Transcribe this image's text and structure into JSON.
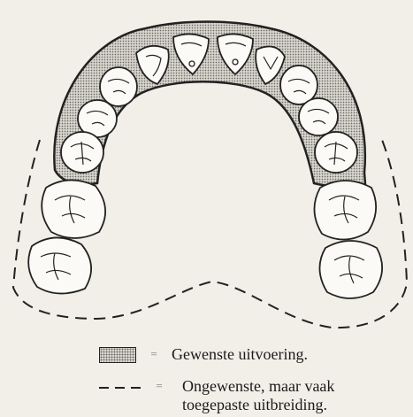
{
  "colors": {
    "background": "#f2efe8",
    "line": "#222222",
    "stipple": "#b9b6b0"
  },
  "legend": {
    "items": [
      {
        "symbol": "stippled-box",
        "separator": "=",
        "text": "Gewenste uitvoering."
      },
      {
        "symbol": "dashed-line",
        "separator": "=",
        "text": "Ongewenste, maar vaak toegepaste uitbreiding."
      }
    ]
  }
}
